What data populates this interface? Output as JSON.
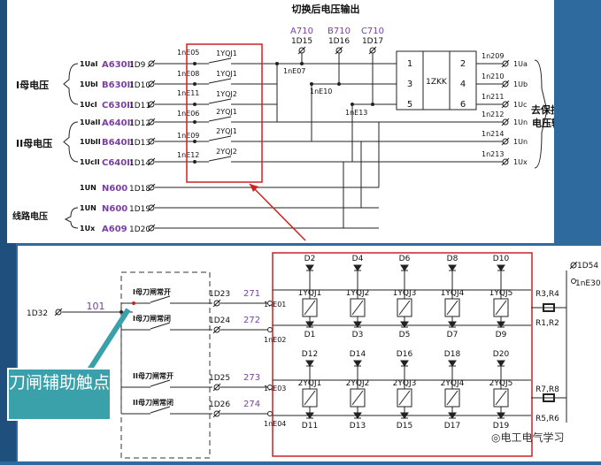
{
  "top": {
    "title": "切换后电压输出",
    "out_phases": [
      "A710",
      "B710",
      "C710"
    ],
    "out_terms": [
      "1D15",
      "1D16",
      "1D17"
    ],
    "group_I": "I母电压",
    "group_II": "II母电压",
    "group_line": "线路电压",
    "inputs": [
      {
        "wire": "1UaI",
        "code": "A630II",
        "term": "1D9"
      },
      {
        "wire": "1UbI",
        "code": "B630II",
        "term": "1D10"
      },
      {
        "wire": "1UcI",
        "code": "C630II",
        "term": "1D11"
      },
      {
        "wire": "1UaII",
        "code": "A640II",
        "term": "1D12"
      },
      {
        "wire": "1UbII",
        "code": "B640II",
        "term": "1D13"
      },
      {
        "wire": "1UcII",
        "code": "C640II",
        "term": "1D14"
      },
      {
        "wire": "1UN",
        "code": "N600",
        "term": "1D18"
      },
      {
        "wire": "1UN",
        "code": "N600",
        "term": "1D19"
      },
      {
        "wire": "1Ux",
        "code": "A609",
        "term": "1D20"
      }
    ],
    "relay_nodes": [
      "1nE05",
      "1nE08",
      "1nE11",
      "1nE06",
      "1nE09",
      "1nE12"
    ],
    "relay_contacts": [
      "1YQJ1",
      "1YQJ1",
      "1YQJ2",
      "2YQJ1",
      "2YQJ1",
      "2YQJ2"
    ],
    "junctions": [
      "1nE07",
      "1nE10",
      "1nE13"
    ],
    "switch_name": "1ZKK",
    "switch_pins": [
      "1",
      "2",
      "3",
      "4",
      "5",
      "6"
    ],
    "out_nodes": [
      "1n209",
      "1n210",
      "1n211",
      "1n212",
      "1n214",
      "1n213"
    ],
    "out_labels": [
      "1Ua",
      "1Ub",
      "1Uc",
      "1Un",
      "1Un",
      "1Ux"
    ],
    "dest": "去保护交流电压输入"
  },
  "bottom": {
    "source": "1D32",
    "source_wire": "101",
    "contact_I": "I母刀闸常开",
    "contact_I_nc": "I母刀闸常闭",
    "contact_II": "II母刀闸常开",
    "contact_II_nc": "II母刀闸常闭",
    "terms_I": [
      "1D23",
      "1D24"
    ],
    "terms_II": [
      "1D25",
      "1D26"
    ],
    "wires_I": [
      "271",
      "272"
    ],
    "wires_II": [
      "273",
      "274"
    ],
    "nodes_I": [
      "1nE01",
      "1nE02"
    ],
    "nodes_II": [
      "1nE03",
      "1nE04"
    ],
    "row1_diodes_top": [
      "D2",
      "D4",
      "D6",
      "D8",
      "D10"
    ],
    "row1_relays": [
      "1YQJ1",
      "1YQJ2",
      "1YQJ3",
      "1YQJ4",
      "1YQJ5"
    ],
    "row1_diodes_bot": [
      "D1",
      "D3",
      "D5",
      "D7",
      "D9"
    ],
    "row2_diodes_top": [
      "D12",
      "D14",
      "D16",
      "D18",
      "D20"
    ],
    "row2_relays": [
      "2YQJ1",
      "2YQJ2",
      "2YQJ3",
      "2YQJ4",
      "2YQJ5"
    ],
    "row2_diodes_bot": [
      "D11",
      "D13",
      "D15",
      "D17",
      "D19"
    ],
    "res_top": "R3,R4",
    "res_mid": "R1,R2",
    "res_bot1": "R7,R8",
    "res_bot2": "R5,R6",
    "right_term": "1D54",
    "right_node": "1nE30"
  },
  "callout": "刀闸辅助触点",
  "watermark": "电工电气学习",
  "colors": {
    "accent_red": "#cc2222",
    "label_purple": "#7a3fa0",
    "bg": "#2f6a9e",
    "callout": "#3aa0aa"
  }
}
